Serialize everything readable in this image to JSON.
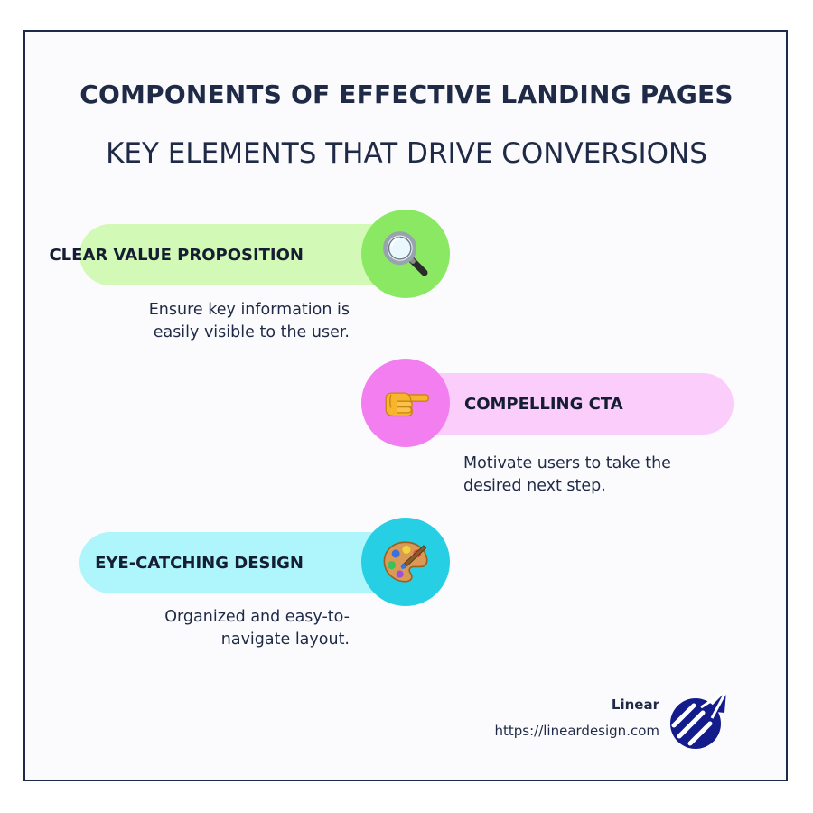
{
  "header": {
    "title": "COMPONENTS OF EFFECTIVE LANDING PAGES",
    "subtitle": "KEY ELEMENTS THAT DRIVE CONVERSIONS"
  },
  "items": [
    {
      "label": "CLEAR VALUE PROPOSITION",
      "desc": [
        "Ensure key information is",
        "easily visible to the user."
      ],
      "icon": "magnifying-glass-icon",
      "pill_color": "#d2f9b6",
      "circle_color": "#8ae862"
    },
    {
      "label": "COMPELLING CTA",
      "desc": [
        "Motivate users to take the",
        "desired next step."
      ],
      "icon": "pointing-hand-icon",
      "pill_color": "#fbcdfb",
      "circle_color": "#f27ef0"
    },
    {
      "label": "EYE-CATCHING DESIGN",
      "desc": [
        "Organized and easy-to-",
        "navigate layout."
      ],
      "icon": "artist-palette-icon",
      "pill_color": "#aef6fb",
      "circle_color": "#26cfe3"
    }
  ],
  "brand": {
    "name": "Linear",
    "url": "https://lineardesign.com",
    "logo_color": "#141c8c"
  }
}
